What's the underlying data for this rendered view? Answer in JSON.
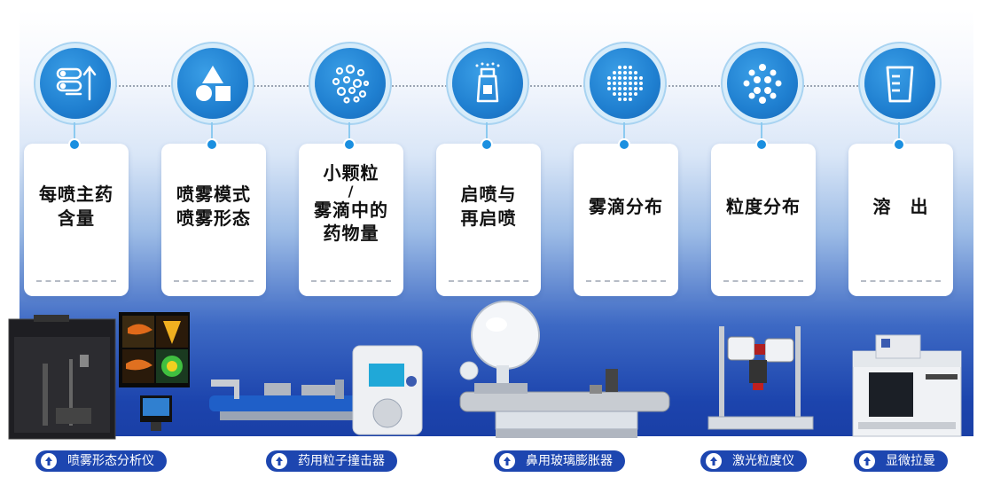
{
  "cards": [
    {
      "lines": [
        "每喷主药",
        "含量"
      ],
      "icon": "sequence-arrow-icon"
    },
    {
      "lines": [
        "喷雾模式",
        "喷雾形态"
      ],
      "icon": "shapes-icon"
    },
    {
      "lines": [
        "小颗粒",
        "/",
        "雾滴中的",
        "药物量"
      ],
      "icon": "particles-icon"
    },
    {
      "lines": [
        "启喷与",
        "再启喷"
      ],
      "icon": "spray-bottle-icon"
    },
    {
      "lines": [
        "雾滴分布"
      ],
      "icon": "droplet-grid-icon"
    },
    {
      "lines": [
        "粒度分布"
      ],
      "icon": "particle-distribution-icon"
    },
    {
      "lines": [
        "溶　出"
      ],
      "icon": "beaker-icon"
    }
  ],
  "devices": [
    {
      "label": "喷雾形态分析仪"
    },
    {
      "label": "药用粒子撞击器"
    },
    {
      "label": "鼻用玻璃膨胀器"
    },
    {
      "label": "激光粒度仪"
    },
    {
      "label": "显微拉曼"
    }
  ],
  "colors": {
    "accent": "#1f7fd0",
    "pill": "#1d46b0",
    "band_bottom": "#1a3fa6"
  }
}
